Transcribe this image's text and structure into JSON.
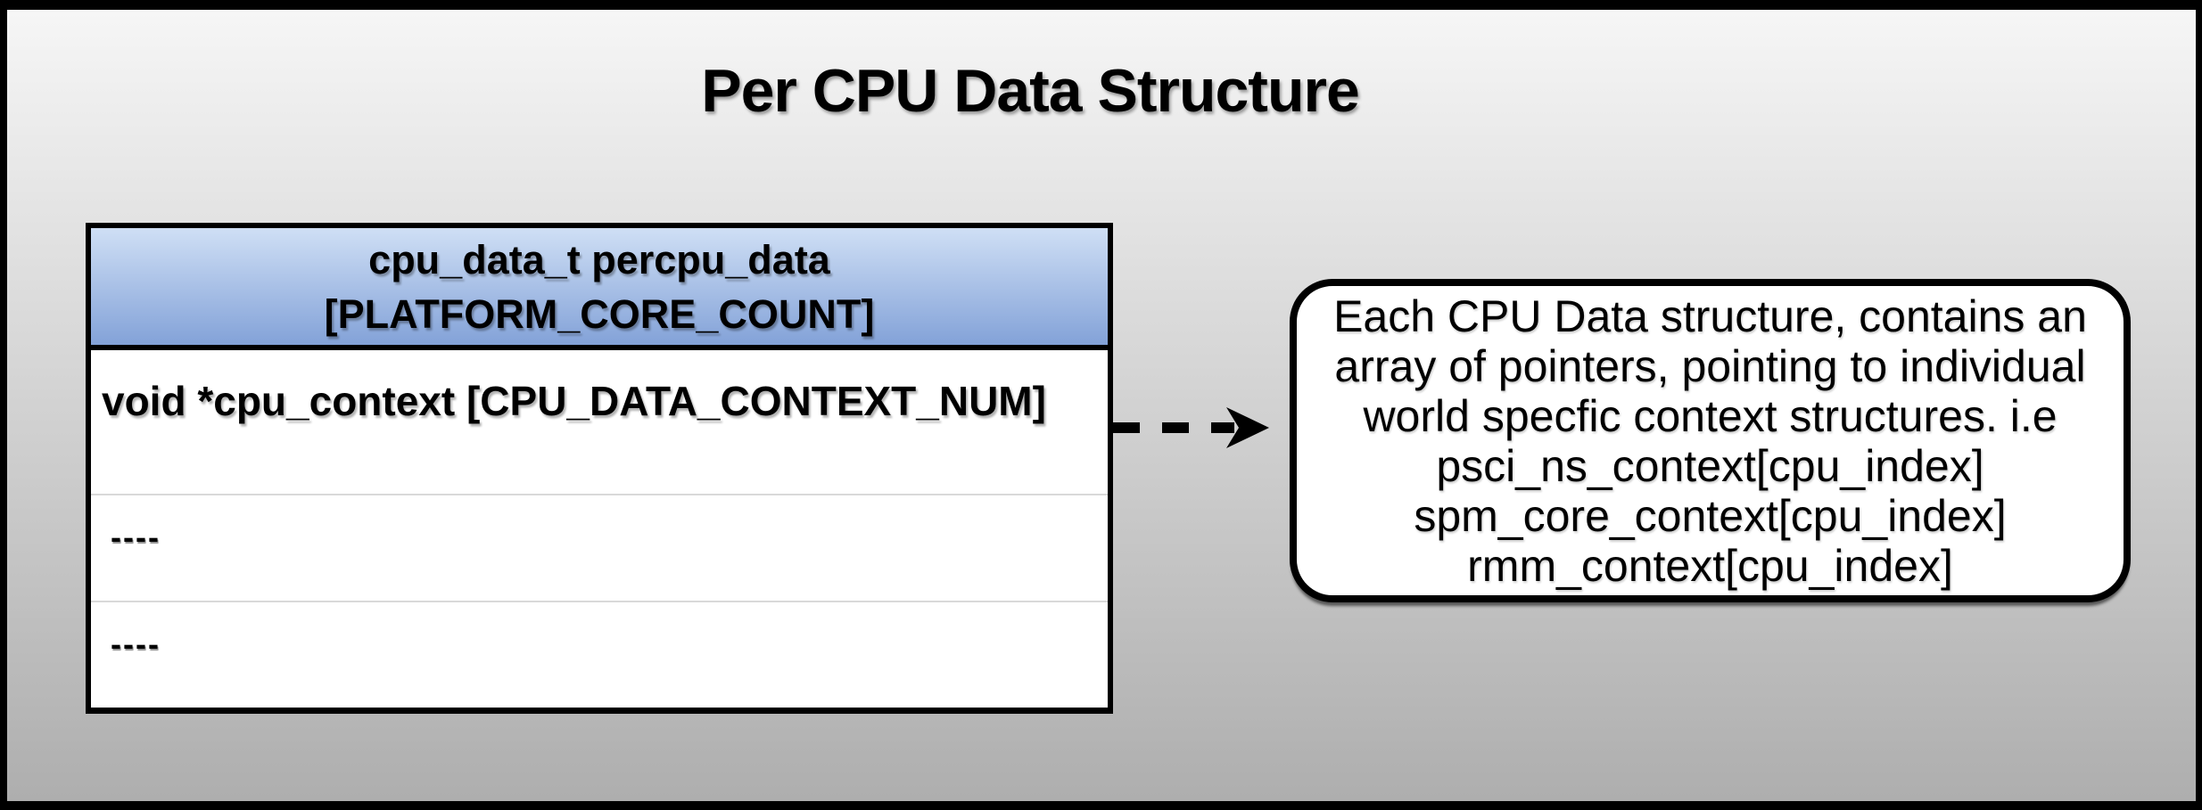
{
  "title": "Per CPU Data Structure",
  "table": {
    "header": {
      "line1": "cpu_data_t percpu_data",
      "line2": "[PLATFORM_CORE_COUNT]"
    },
    "rows": [
      {
        "text": "void *cpu_context [CPU_DATA_CONTEXT_NUM]"
      },
      {
        "text": "----"
      },
      {
        "text": "----"
      }
    ]
  },
  "arrow": {
    "style": "dashed",
    "direction": "right"
  },
  "note": {
    "lines": [
      "Each CPU Data structure, contains an",
      "array of pointers, pointing to individual",
      "world specfic context structures. i.e",
      "psci_ns_context[cpu_index]",
      "spm_core_context[cpu_index]",
      "rmm_context[cpu_index]"
    ]
  },
  "colors": {
    "background_top": "#f6f6f6",
    "background_bottom": "#aeaeae",
    "frame_border": "#000000",
    "header_gradient_top": "#cfdff5",
    "header_gradient_bottom": "#83a2d8",
    "row_separator": "#d9d9d9",
    "note_background": "#ffffff",
    "text": "#000000"
  }
}
